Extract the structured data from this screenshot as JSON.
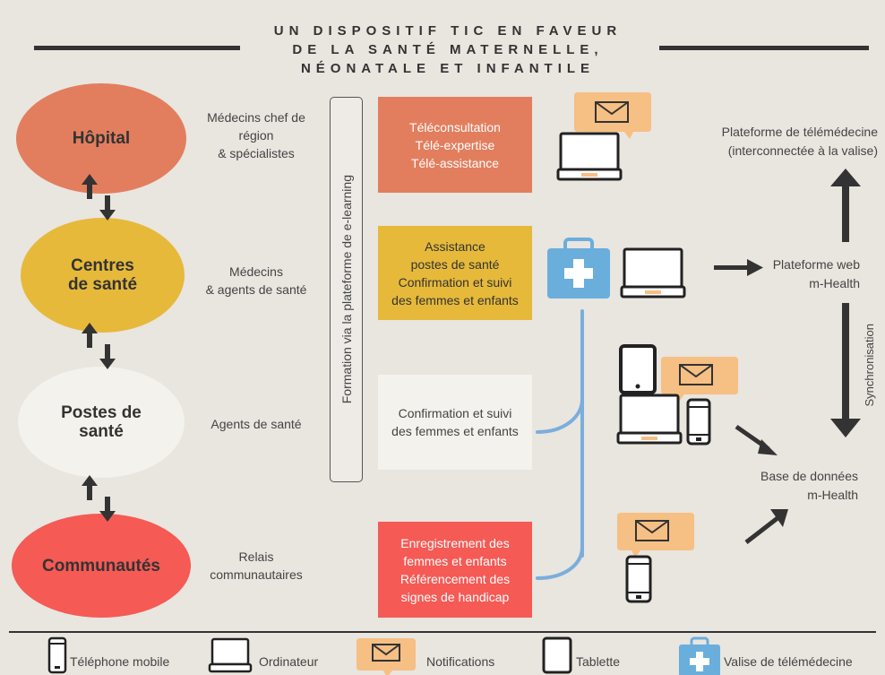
{
  "title": [
    "UN DISPOSITIF TIC EN FAVEUR",
    "DE LA SANTÉ MATERNELLE,",
    "NÉONATALE ET INFANTILE"
  ],
  "levels": [
    {
      "name": "Hôpital",
      "color": "#e27e5e",
      "roles": [
        "Médecins chef de",
        "région",
        "& spécialistes"
      ],
      "services": [
        "Téléconsultation",
        "Télé-expertise",
        "Télé-assistance"
      ],
      "service_color": "#e27e5e"
    },
    {
      "name": "Centres\nde santé",
      "color": "#e6b93a",
      "roles": [
        "Médecins",
        "& agents de santé"
      ],
      "services": [
        "Assistance",
        "postes de santé",
        "Confirmation et suivi",
        "des femmes et enfants"
      ],
      "service_color": "#e6b93a"
    },
    {
      "name": "Postes de\nsanté",
      "color": "#f4f2ec",
      "roles": [
        "Agents de santé"
      ],
      "services": [
        "Confirmation et suivi",
        "des femmes et enfants"
      ],
      "service_color": "#f4f2ec"
    },
    {
      "name": "Communautés",
      "color": "#f55a55",
      "roles": [
        "Relais",
        "communautaires"
      ],
      "services": [
        "Enregistrement des",
        "femmes et enfants",
        "Référencement des",
        "signes de handicap"
      ],
      "service_color": "#f55a55"
    }
  ],
  "training": "Formation via la plateforme de e-learning",
  "platforms": {
    "telemedicine": [
      "Plateforme de télémédecine",
      "(interconnectée à la valise)"
    ],
    "web": [
      "Plateforme web",
      "m-Health"
    ],
    "sync": "Synchronisation",
    "database": [
      "Base de données",
      "m-Health"
    ]
  },
  "legend": {
    "phone": "Téléphone mobile",
    "computer": "Ordinateur",
    "notifications": "Notifications",
    "tablet": "Tablette",
    "kit": "Valise de télémédecine"
  },
  "colors": {
    "background": "#e9e5df",
    "notification": "#f6bf84",
    "kit": "#6aaedc",
    "line": "#7aaedc",
    "dark": "#333333"
  }
}
